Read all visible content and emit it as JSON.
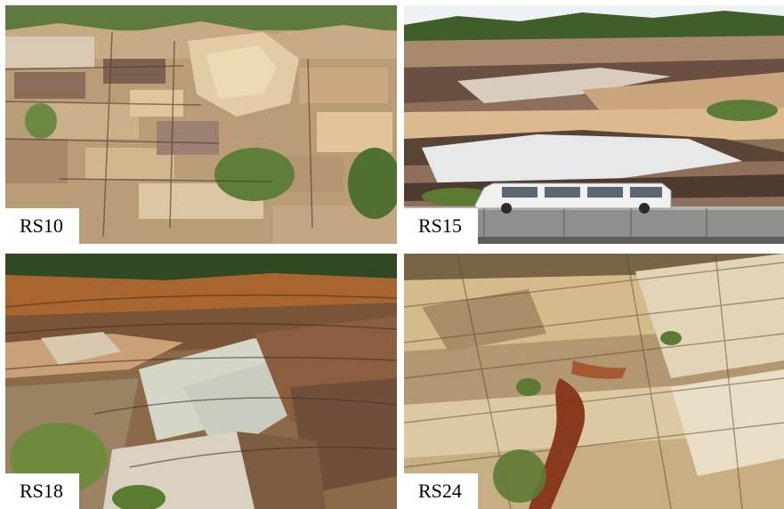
{
  "panels": [
    {
      "label": "RS10",
      "colors": {
        "sky": "#6f8a4a",
        "base": "#b99b72",
        "light": "#e6d2ad",
        "dark": "#5e4a3a",
        "veg": "#5f7d3a"
      }
    },
    {
      "label": "RS15",
      "colors": {
        "sky": "#e9eef2",
        "base": "#9b7a66",
        "light": "#e7e2dc",
        "dark": "#4a3a34",
        "veg": "#4f6d2e"
      }
    },
    {
      "label": "RS18",
      "colors": {
        "sky": "#2e4a22",
        "base": "#8c6a45",
        "light": "#d8d0bf",
        "dark": "#4a3424",
        "veg": "#6a8a3a"
      }
    },
    {
      "label": "RS24",
      "colors": {
        "sky": "#7a6a4a",
        "base": "#c7ad7e",
        "light": "#eadcc0",
        "dark": "#6d5a40",
        "veg": "#5d7a35"
      }
    }
  ]
}
